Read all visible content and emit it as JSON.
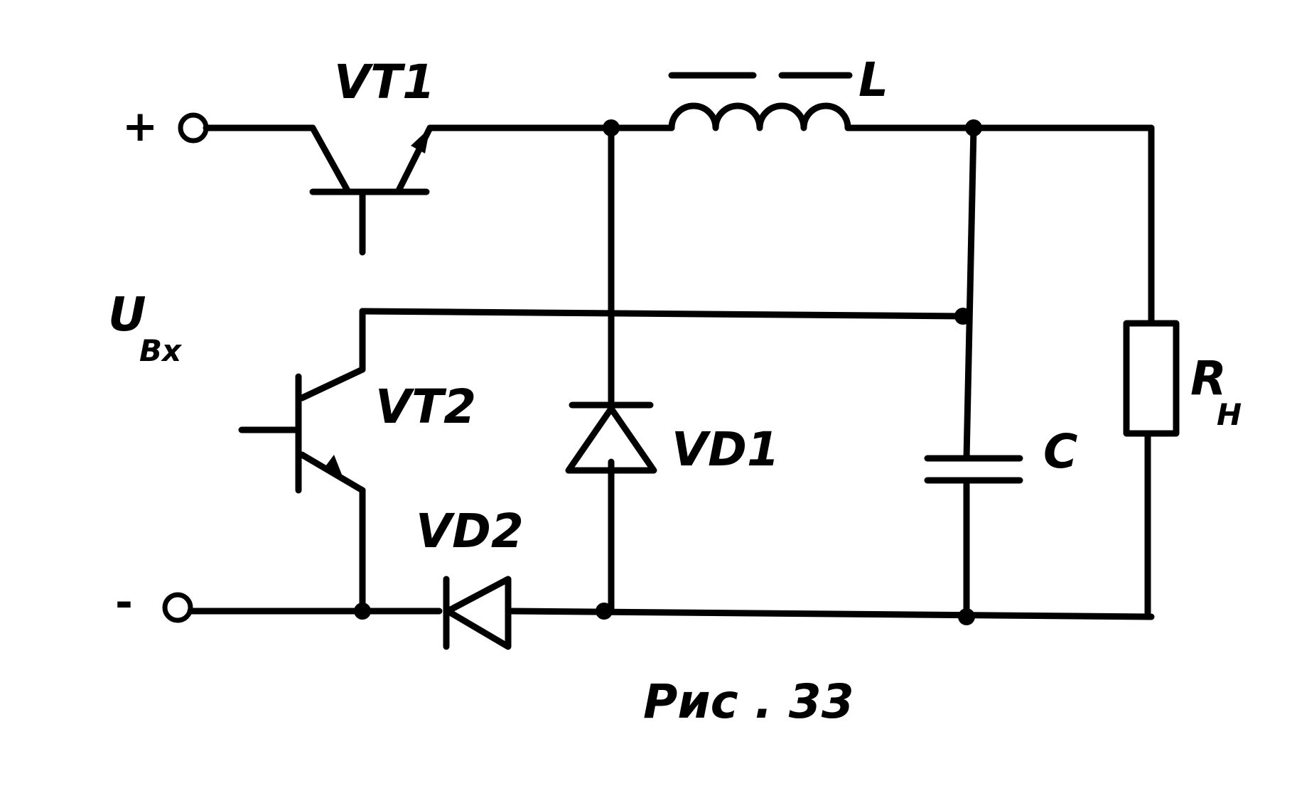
{
  "terminals": {
    "plus": "+",
    "minus": "-"
  },
  "labels": {
    "vt1": "VT1",
    "vt2": "VT2",
    "vd1": "VD1",
    "vd2": "VD2",
    "inductor": "L",
    "capacitor": "C",
    "load_main": "R",
    "load_sub": "H",
    "input_main": "U",
    "input_sub": "Bx"
  },
  "caption": "Рис . 33"
}
